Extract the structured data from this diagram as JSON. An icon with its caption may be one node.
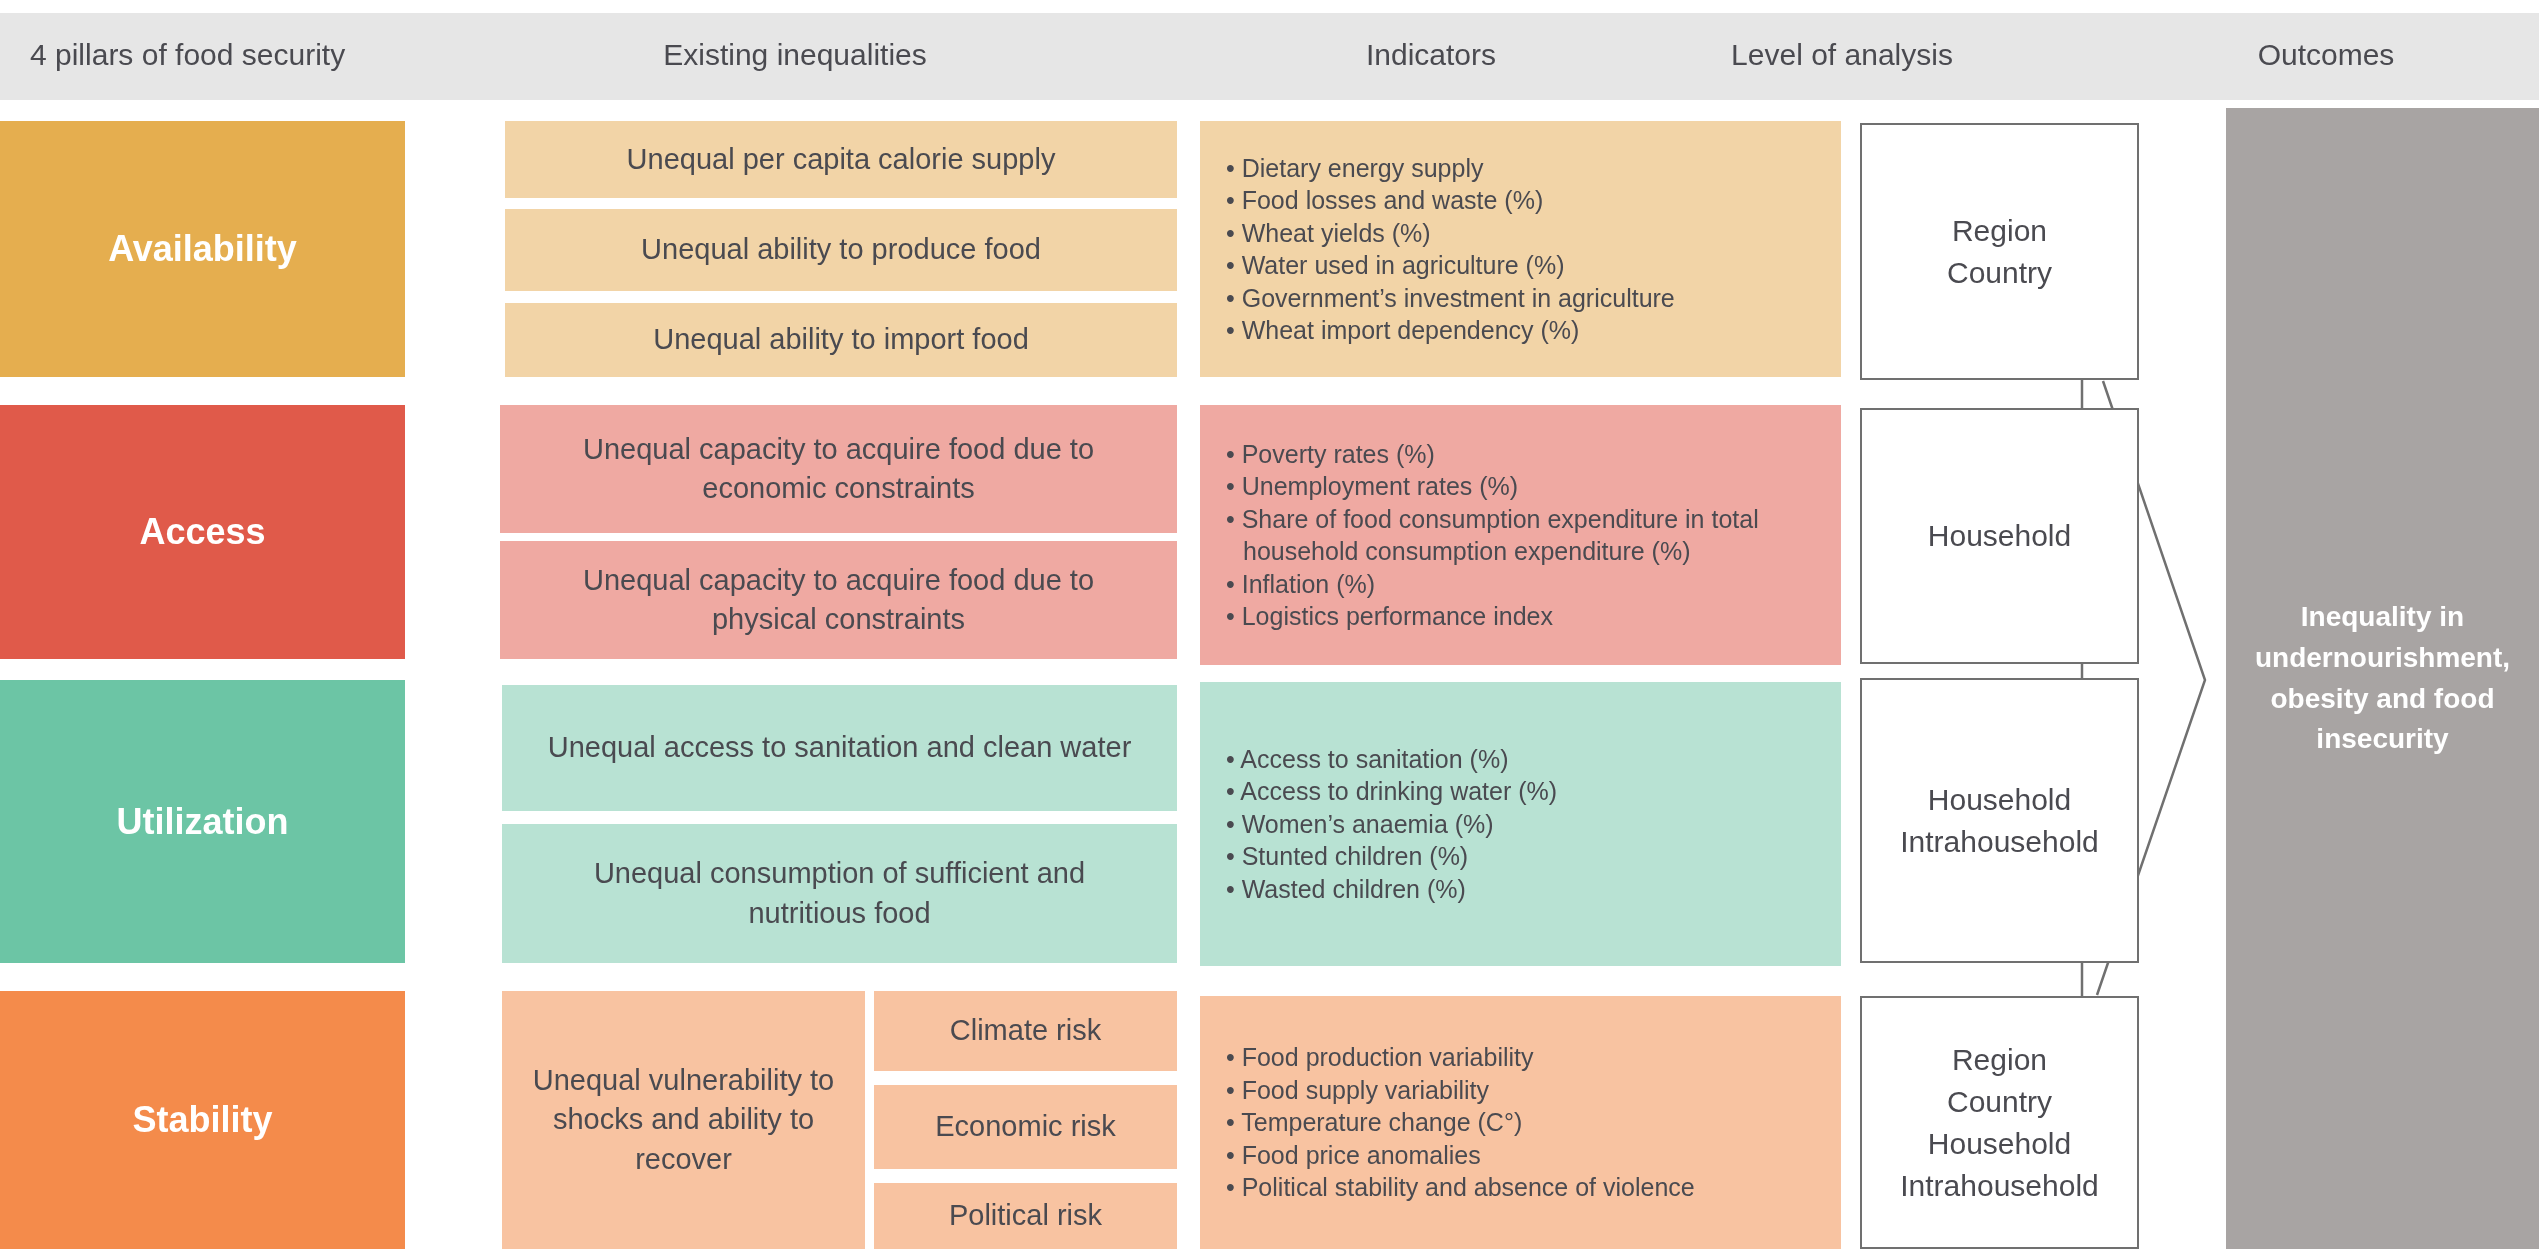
{
  "diagram": {
    "nodes": [
      {
        "text": [
          "Availability"
        ]
      },
      {
        "text": [
          "Unequal per capita calorie supply"
        ]
      },
      {
        "text": [
          "Unequal ability to produce food"
        ]
      },
      {
        "text": [
          "Unequal ability to import food"
        ]
      },
      {
        "text": [
          "• Dietary energy supply",
          "• Food losses and waste (%)",
          "• Wheat yields (%)",
          "• Water used in agriculture (%)",
          "• Government’s investment in agriculture",
          "• Wheat import dependency (%)"
        ]
      },
      {
        "text": [
          "Region",
          "Country"
        ]
      },
      {
        "text": [
          "Access"
        ]
      },
      {
        "text": [
          "Unequal capacity to acquire food due to economic constraints"
        ]
      },
      {
        "text": [
          "Unequal capacity to acquire food due to physical constraints"
        ]
      },
      {
        "text": [
          "• Poverty rates (%)",
          "• Unemployment rates (%)",
          "• Share of food consumption expenditure in total household consumption expenditure (%)",
          "• Inflation (%)",
          "• Logistics performance index"
        ]
      },
      {
        "text": [
          "Household"
        ]
      },
      {
        "text": [
          "Utilization"
        ]
      },
      {
        "text": [
          "Unequal access to sanitation and clean water"
        ]
      },
      {
        "text": [
          "Unequal consumption of sufficient and nutritious food"
        ]
      },
      {
        "text": [
          "• Access to sanitation (%)",
          "• Access to drinking water (%)",
          "• Women’s anaemia (%)",
          "• Stunted children (%)",
          "• Wasted children (%)"
        ]
      },
      {
        "text": [
          "Household",
          "Intrahousehold"
        ]
      },
      {
        "text": [
          "Stability"
        ]
      },
      {
        "text": [
          "Unequal vulnerability to shocks and ability to recover"
        ]
      },
      {
        "text": [
          "Climate risk"
        ]
      },
      {
        "text": [
          "Economic risk"
        ]
      },
      {
        "text": [
          "Political risk"
        ]
      },
      {
        "text": [
          "• Food production variability",
          "• Food supply variability",
          "• Temperature change (C°)",
          "• Food price anomalies",
          "• Political stability and absence of violence"
        ]
      },
      {
        "text": [
          "Region",
          "Country",
          "Household",
          "Intrahousehold"
        ]
      },
      {
        "text": [
          "Inequality in undernourishment, obesity and food insecurity"
        ]
      }
    ],
    "edges": [
      {
        "from": 5,
        "to": 10,
        "arrow": "none"
      },
      {
        "from": 10,
        "to": 15,
        "arrow": "none"
      },
      {
        "from": 15,
        "to": 22,
        "arrow": "none"
      }
    ],
    "labels": [
      "4 pillars of food security",
      "Existing inequalities",
      "Indicators",
      "Level of analysis",
      "Outcomes"
    ]
  }
}
